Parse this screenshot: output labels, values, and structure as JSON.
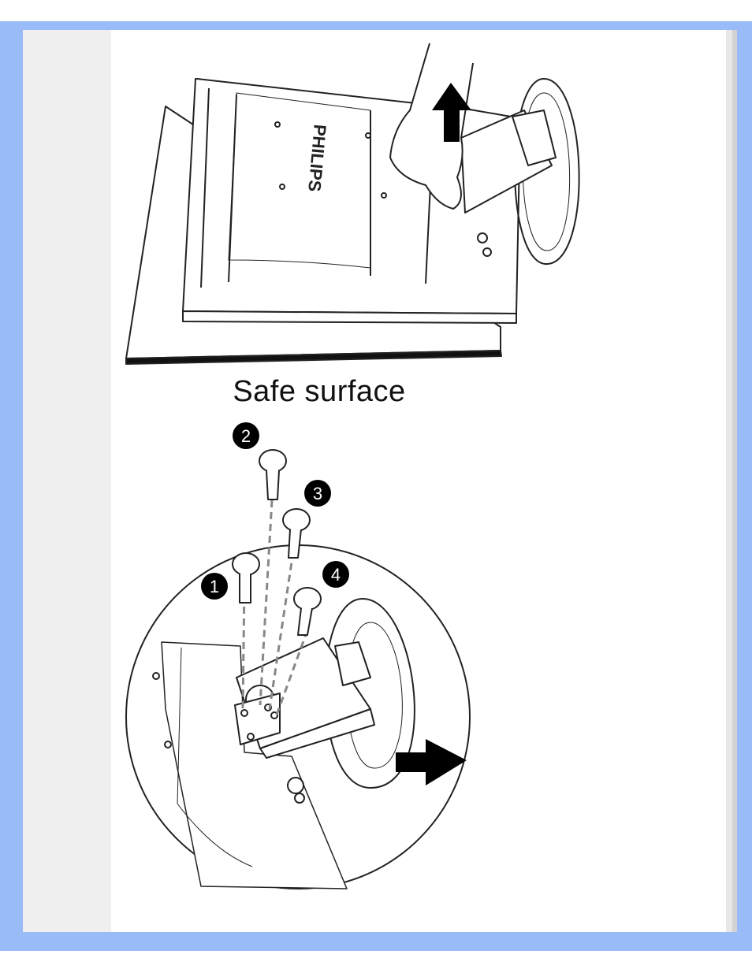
{
  "page": {
    "caption": "Safe surface",
    "brand_text": "PHILIPS",
    "screw_numbers": [
      "1",
      "2",
      "3",
      "4"
    ]
  },
  "colors": {
    "frame": "#99bbf8",
    "gutter": "#efefef",
    "line": "#222222",
    "panel": "#ffffff"
  }
}
